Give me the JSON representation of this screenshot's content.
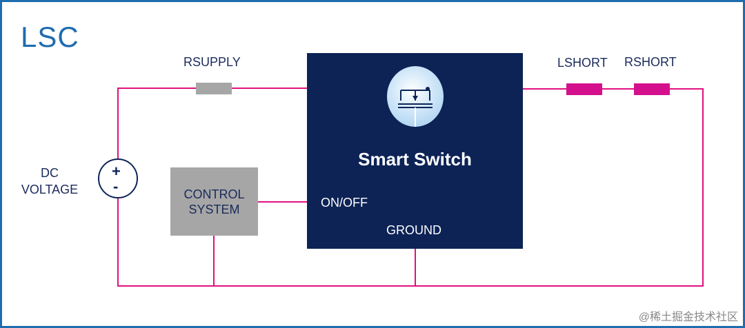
{
  "diagram": {
    "title": "LSC",
    "dc_source": {
      "label_line1": "DC",
      "label_line2": "VOLTAGE",
      "plus": "+",
      "minus": "-"
    },
    "rsupply_label": "RSUPPLY",
    "lshort_label": "LSHORT",
    "rshort_label": "RSHORT",
    "smart_switch": {
      "title": "Smart Switch",
      "on_off_label": "ON/OFF",
      "ground_label": "GROUND"
    },
    "control_system": {
      "line1": "CONTROL",
      "line2": "SYSTEM"
    },
    "watermark": "@稀土掘金技术社区",
    "colors": {
      "accent_blue": "#1f6cb0",
      "wire_pink": "#e0107f",
      "switch_navy": "#0d2356",
      "resistor_grey": "#a6a6a6",
      "resistor_pink": "#d4108d"
    }
  }
}
